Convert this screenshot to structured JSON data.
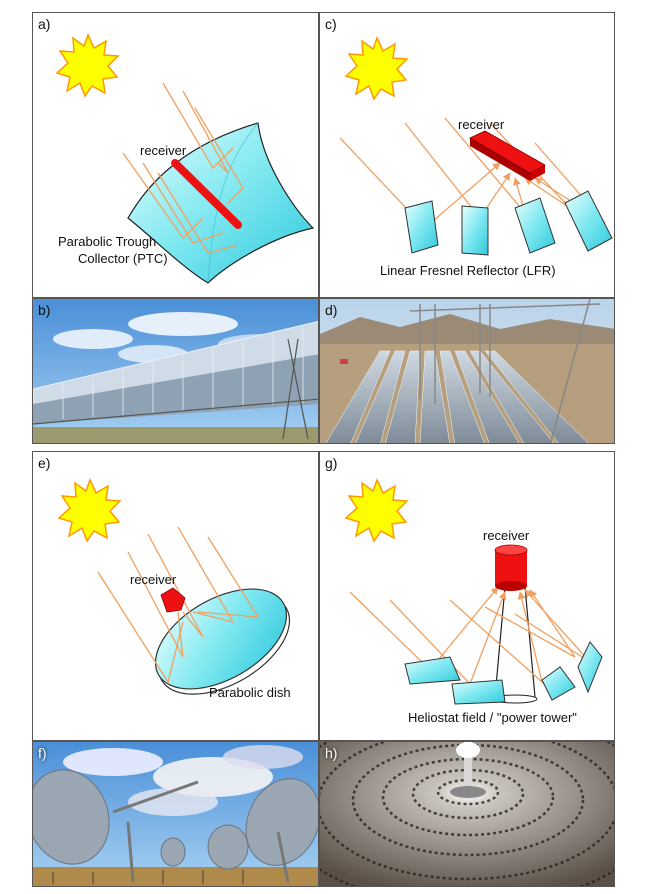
{
  "panels": {
    "a": {
      "label": "a)",
      "receiver": "receiver",
      "caption_line1": "Parabolic Trough",
      "caption_line2": "Collector (PTC)"
    },
    "b": {
      "label": "b)"
    },
    "c": {
      "label": "c)",
      "receiver": "receiver",
      "caption": "Linear Fresnel Reflector (LFR)"
    },
    "d": {
      "label": "d)"
    },
    "e": {
      "label": "e)",
      "receiver": "receiver",
      "caption": "Parabolic dish"
    },
    "f": {
      "label": "f)"
    },
    "g": {
      "label": "g)",
      "receiver": "receiver",
      "caption": "Heliostat field / \"power tower\""
    },
    "h": {
      "label": "h)"
    }
  },
  "colors": {
    "sun_fill": "#ffff00",
    "sun_stroke": "#ff9900",
    "ray": "#f0a060",
    "mirror": "#7fe8f0",
    "receiver": "#ee1111"
  }
}
